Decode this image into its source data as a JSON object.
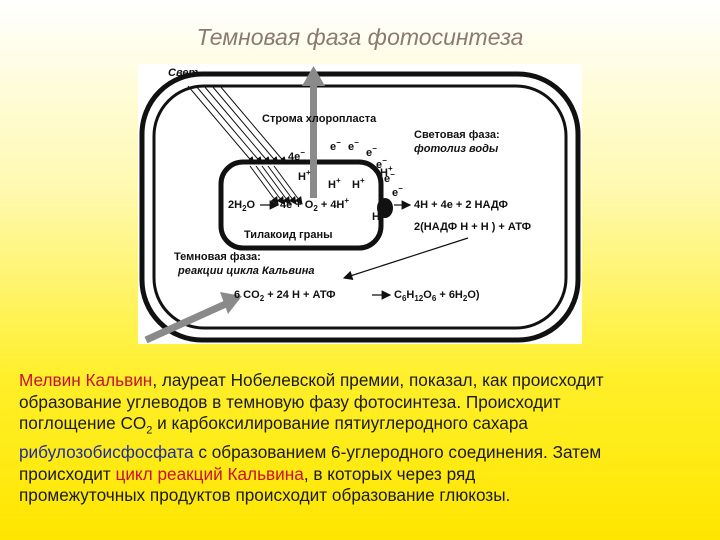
{
  "title": "Темновая фаза фотосинтеза",
  "diagram": {
    "light": "Свет",
    "stroma": "Строма хлоропласта",
    "light_phase_line1": "Световая фаза:",
    "light_phase_line2": "фотолиз воды",
    "dark_phase_line1": "Темновая фаза:",
    "dark_phase_line2": "реакции цикла Кальвина",
    "thylakoid": "Тилакоид граны",
    "four_e": "4e",
    "h2o": "2H",
    "h2o_sub": "2",
    "h2o_o": "O",
    "reaction_middle": "4e + O",
    "reaction_middle_sub": "2",
    "reaction_middle_end": " + 4H",
    "right_reaction1": "4H + 4e + 2 НАДФ",
    "right_reaction2": "2(НАДФ H + H ) + АТФ",
    "calvin_left": "6 CO",
    "calvin_mid": " + 24 H  + АТФ",
    "calvin_c": "C",
    "calvin_h": "H",
    "calvin_o": "O",
    "calvin_end": " + 6H",
    "calvin_o2": "O)",
    "e_label": "e",
    "h_label": "H",
    "plus": "+",
    "minus": "−"
  },
  "text": {
    "line1_red": "Мелвин Кальвин",
    "line1_rest": ", лауреат Нобелевской премии, показал, как происходит",
    "line2": "образование углеводов в темновую фазу фотосинтеза. Происходит",
    "line3_a": "поглощение CO",
    "line3_sub": "2",
    "line3_b": " и  карбоксилирование пятиуглеродного сахара",
    "line4_blue": "рибулозобисфосфата",
    "line4_rest": " с образованием 6-углеродного соединения. Затем",
    "line5_a": "происходит ",
    "line5_red": "цикл реакций Кальвина",
    "line5_b": ", в которых через ряд",
    "line6": "промежуточных продуктов происходит образование глюкозы."
  },
  "colors": {
    "red": "#c8102e",
    "blue": "#1f2d9b",
    "arrow_gray": "#8a8a8a"
  }
}
